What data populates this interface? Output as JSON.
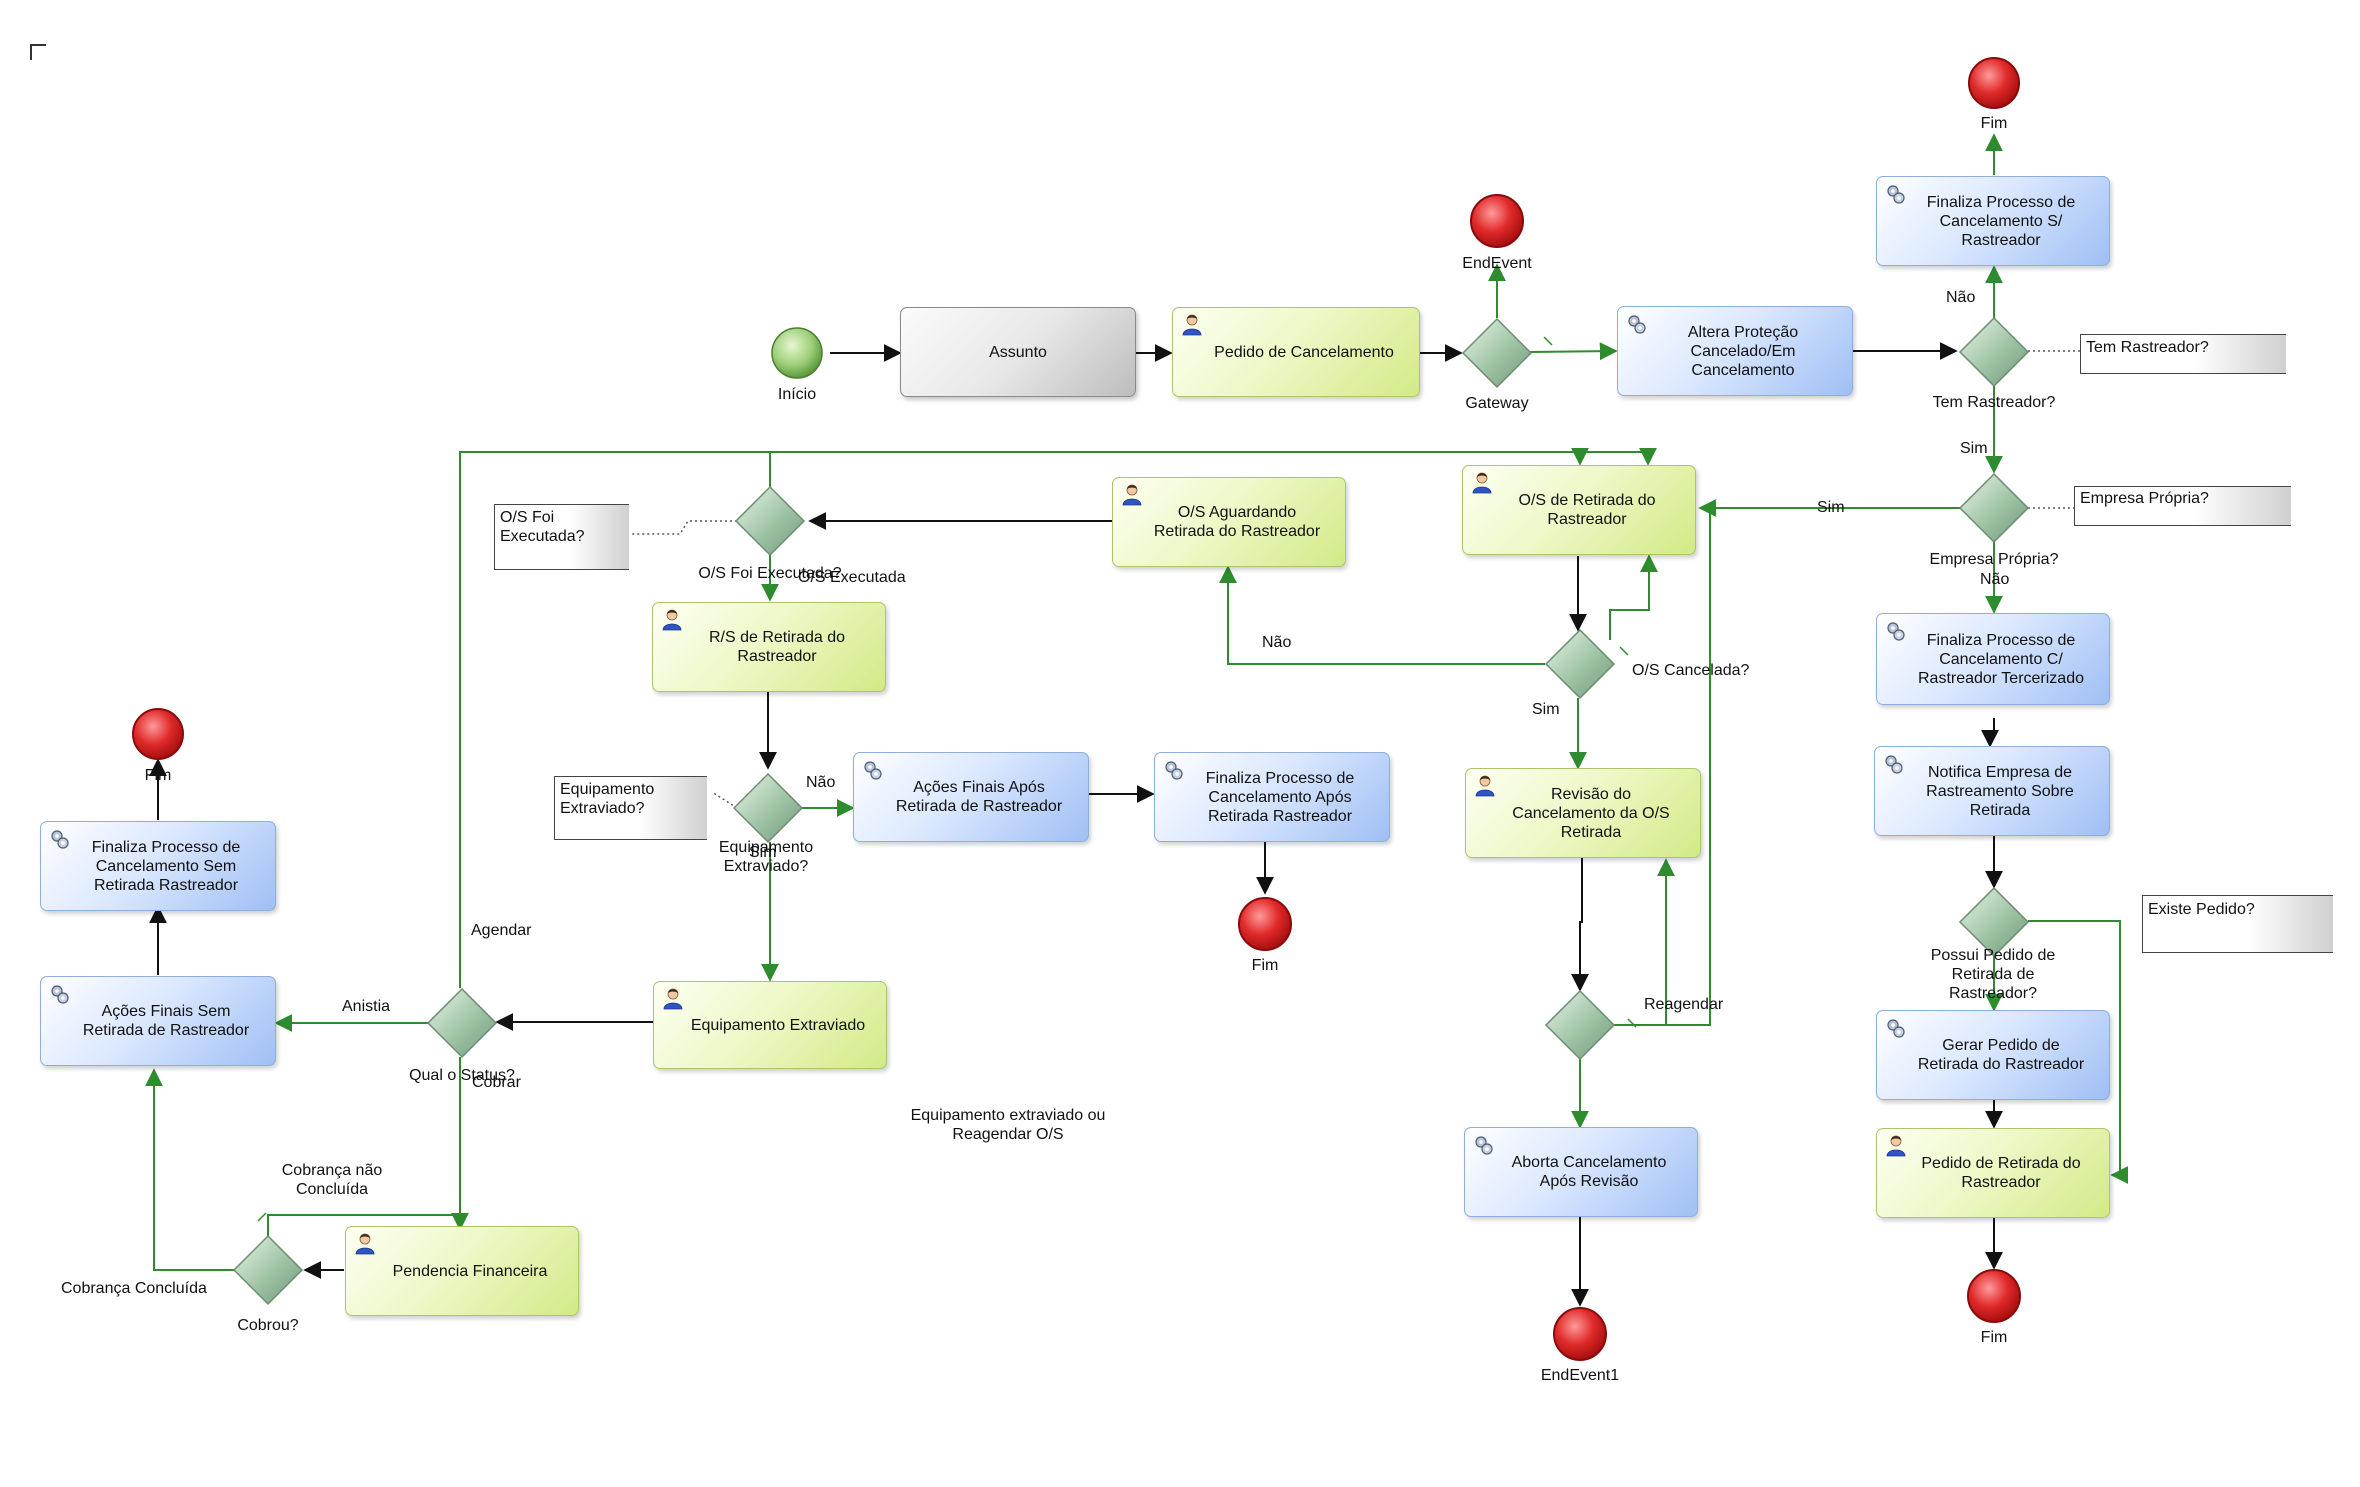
{
  "tasks": {
    "assunto": "Assunto",
    "pedido_cancelamento": "Pedido de Cancelamento",
    "altera_protecao": "Altera Proteção Cancelado/Em Cancelamento",
    "finaliza_sem_rastreador": "Finaliza Processo de Cancelamento S/ Rastreador",
    "os_retirada": "O/S de Retirada do Rastreador",
    "os_aguardando": "O/S Aguardando Retirada do Rastreador",
    "rs_retirada": "R/S de Retirada do Rastreador",
    "acoes_finais_apos": "Ações Finais Após Retirada de Rastreador",
    "finaliza_apos_retirada": "Finaliza Processo de Cancelamento Após Retirada Rastreador",
    "equipamento_extraviado": "Equipamento Extraviado",
    "finaliza_sem_retirada": "Finaliza Processo de Cancelamento Sem Retirada Rastreador",
    "acoes_finais_sem": "Ações Finais Sem Retirada de Rastreador",
    "pendencia_financeira": "Pendencia Financeira",
    "revisao_cancelamento": "Revisão do Cancelamento da O/S Retirada",
    "aborta_cancelamento": "Aborta Cancelamento Após Revisão",
    "finaliza_terceirizado": "Finaliza Processo de Cancelamento C/ Rastreador Tercerizado",
    "notifica_empresa": "Notifica Empresa de Rastreamento Sobre Retirada",
    "gerar_pedido": "Gerar Pedido de Retirada do Rastreador",
    "pedido_retirada": "Pedido de Retirada do Rastreador"
  },
  "events": {
    "inicio": "Início",
    "endevent": "EndEvent",
    "endevent1": "EndEvent1",
    "fim_top": "Fim",
    "fim_left": "Fim",
    "fim_middle": "Fim",
    "fim_right": "Fim"
  },
  "gateways": {
    "gateway": "Gateway",
    "tem_rastreador": "Tem Rastreador?",
    "empresa_propria": "Empresa Própria?",
    "os_foi_executada": "O/S Foi Executada?",
    "equipamento_extraviado": "Equipamento Extraviado?",
    "qual_status": "Qual o Status?",
    "cobrou": "Cobrou?",
    "possui_pedido": "Possui Pedido de Retirada de Rastreador?"
  },
  "flows": {
    "nao_1": "Não",
    "sim_1": "Sim",
    "sim_2": "Sim",
    "nao_2": "Não",
    "os_executada": "O/S Executada",
    "nao_3": "Não",
    "sim_3": "Sim",
    "os_cancelada": "O/S Cancelada?",
    "sim_4": "Sim",
    "reagendar": "Reagendar",
    "agendar": "Agendar",
    "anistia": "Anistia",
    "cobrar": "Cobrar",
    "cobranca_nao_concluida": "Cobrança não Concluída",
    "cobranca_concluida": "Cobrança Concluída",
    "nao_4": "Não"
  },
  "annotations": {
    "tem_rastreador": "Tem Rastreador?",
    "empresa_propria": "Empresa Própria?",
    "os_foi_executada": "O/S Foi Executada?",
    "equipamento_extraviado": "Equipamento Extraviado?",
    "existe_pedido": "Existe Pedido?",
    "free_text": "Equipamento extraviado ou Reagendar O/S"
  },
  "colors": {
    "flow_green": "#2e8b2e",
    "flow_black": "#111111",
    "end_red": "#d62020",
    "start_green": "#8cc26a",
    "gateway": "#8fb89a"
  }
}
